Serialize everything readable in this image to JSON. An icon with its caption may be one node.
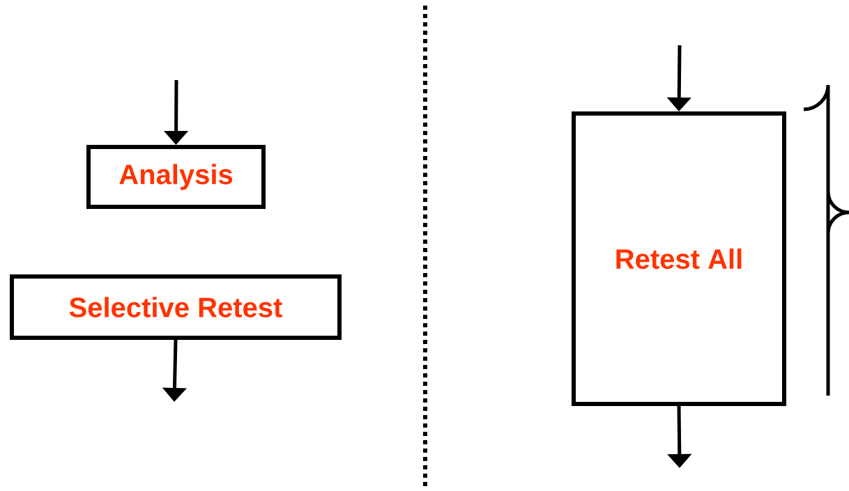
{
  "diagram": {
    "nodes": [
      {
        "text": [
          "Analysis"
        ]
      },
      {
        "text": [
          "Selective Retest"
        ]
      },
      {
        "text": [
          "Retest All"
        ]
      }
    ],
    "edges": [
      {
        "from": null,
        "to": 0,
        "arrow": "to"
      },
      {
        "from": 1,
        "to": null,
        "arrow": "to"
      },
      {
        "from": null,
        "to": 2,
        "arrow": "to"
      },
      {
        "from": 2,
        "to": null,
        "arrow": "to"
      }
    ]
  }
}
